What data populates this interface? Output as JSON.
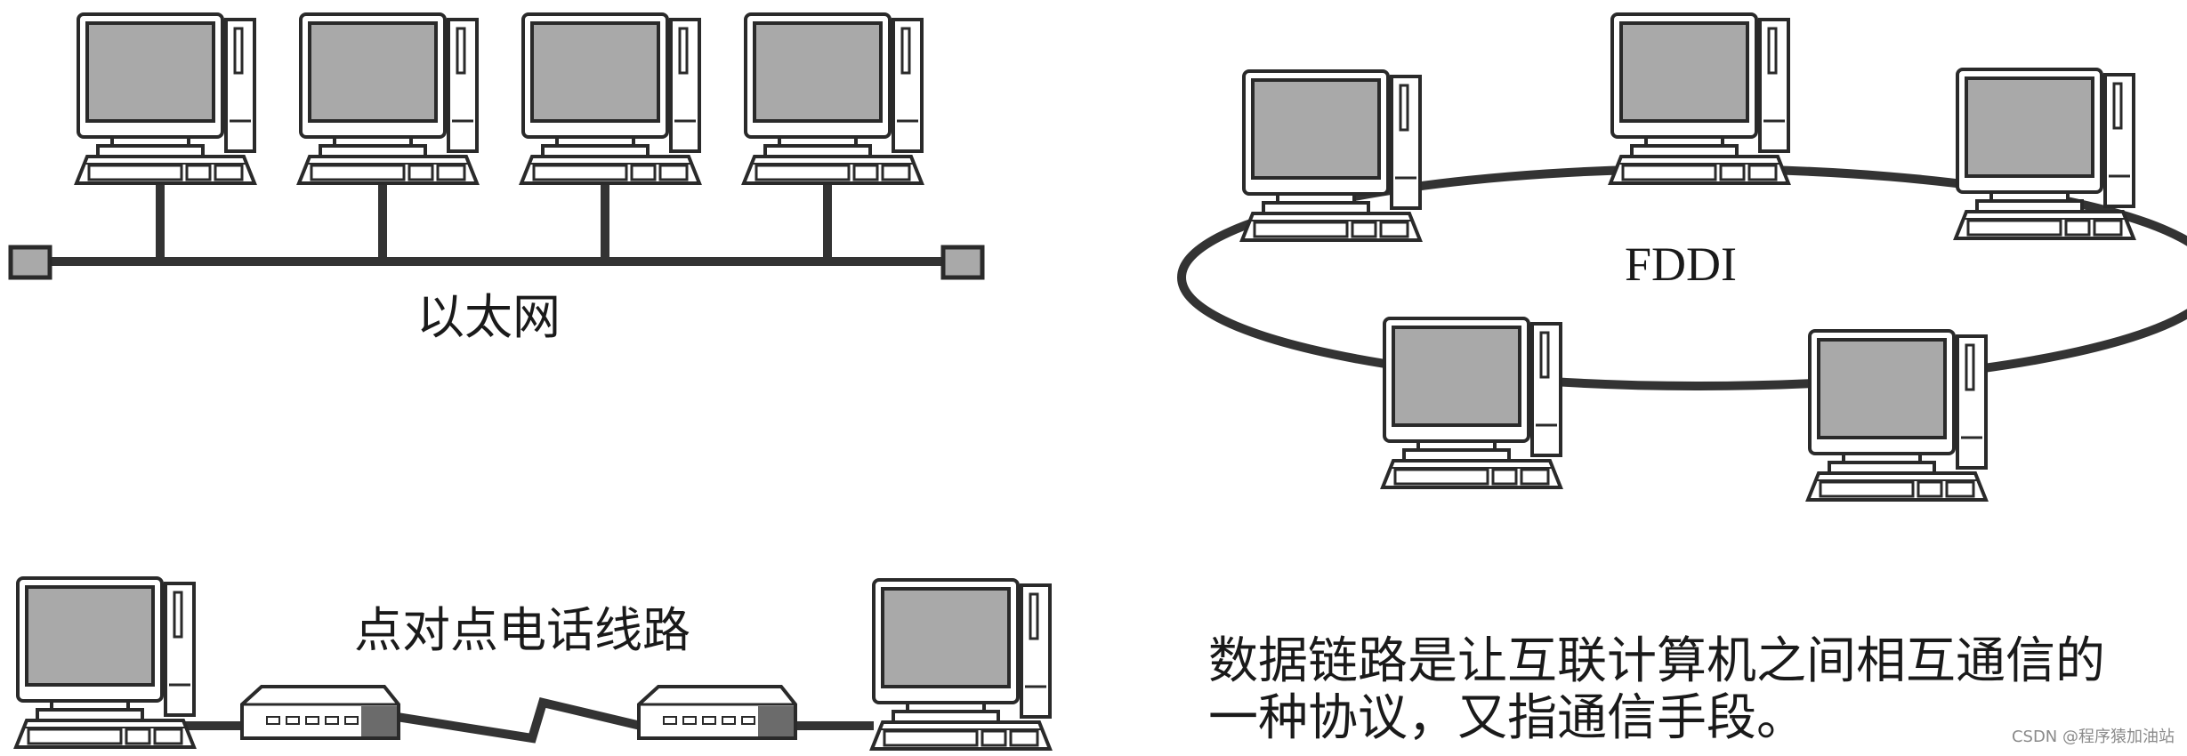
{
  "diagram": {
    "ethernet_label": "以太网",
    "fddi_label": "FDDI",
    "ptp_label": "点对点电话线路",
    "caption_line1": "数据链路是让互联计算机之间相互通信的",
    "caption_line2": "一种协议，又指通信手段。",
    "watermark": "CSDN @程序猿加油站"
  },
  "colors": {
    "screen_fill": "#a9a9a9",
    "line": "#333333",
    "device_stroke": "#2a2a2a",
    "background": "#ffffff"
  }
}
